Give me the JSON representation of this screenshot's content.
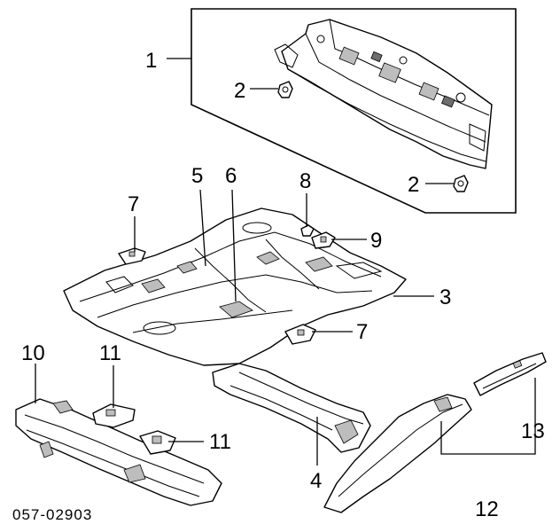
{
  "diagram": {
    "doc_number": "057-02903",
    "callouts": {
      "c1": "1",
      "c2a": "2",
      "c2b": "2",
      "c3": "3",
      "c4": "4",
      "c5": "5",
      "c6": "6",
      "c7a": "7",
      "c7b": "7",
      "c8": "8",
      "c9": "9",
      "c10": "10",
      "c11a": "11",
      "c11b": "11",
      "c12": "12",
      "c13": "13"
    }
  }
}
